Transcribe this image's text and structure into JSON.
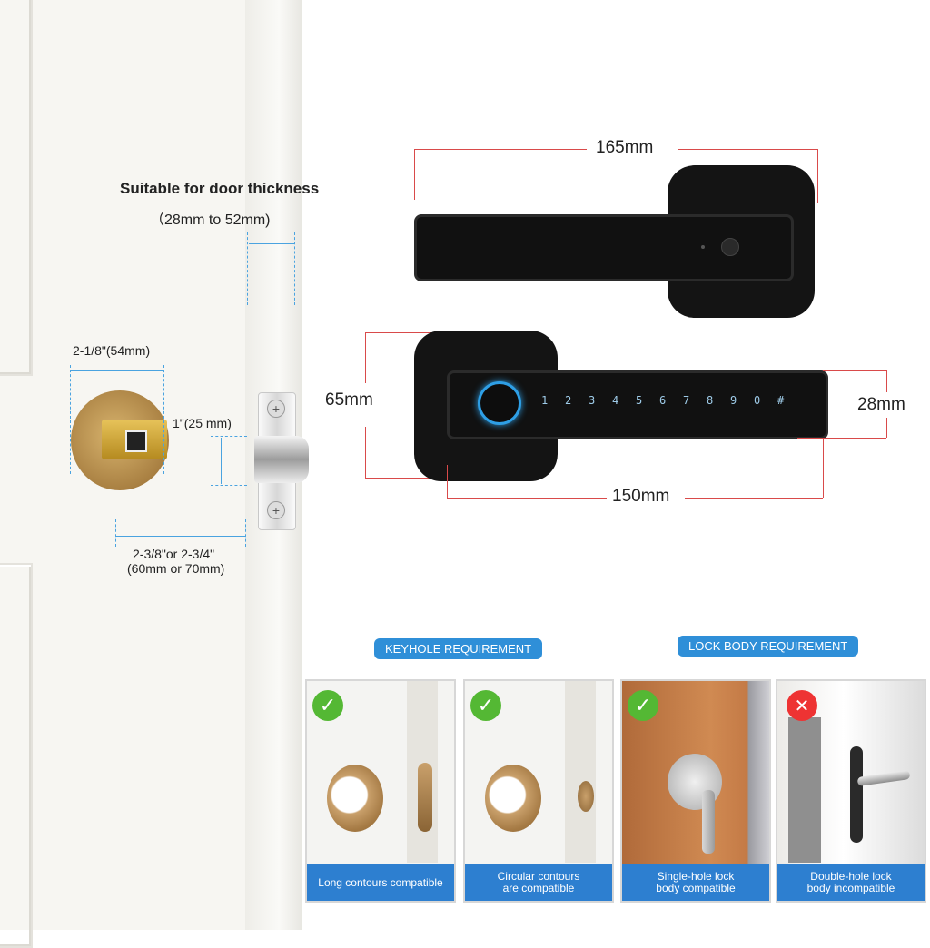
{
  "door_info": {
    "title": "Suitable for door thickness",
    "subtitle": "（28mm to 52mm)"
  },
  "latch_dims": {
    "bore": "2-1/8\"(54mm)",
    "latch_height": "1\"(25 mm)",
    "backset_line1": "2-3/8\"or 2-3/4\"",
    "backset_line2": "(60mm or 70mm)"
  },
  "handle_dims": {
    "total_length": "165mm",
    "rose_height": "65mm",
    "lever_height": "28mm",
    "lever_length": "150mm"
  },
  "keypad": [
    "1",
    "2",
    "3",
    "4",
    "5",
    "6",
    "7",
    "8",
    "9",
    "0",
    "#"
  ],
  "requirements": {
    "keyhole_label": "KEYHOLE REQUIREMENT",
    "lockbody_label": "LOCK BODY REQUIREMENT",
    "cards": [
      {
        "status": "check",
        "caption_line1": "Long contours compatible",
        "caption_line2": ""
      },
      {
        "status": "check",
        "caption_line1": "Circular contours",
        "caption_line2": "are compatible"
      },
      {
        "status": "check",
        "caption_line1": "Single-hole lock",
        "caption_line2": "body compatible"
      },
      {
        "status": "cross",
        "caption_line1": "Double-hole lock",
        "caption_line2": "body incompatible"
      }
    ]
  },
  "colors": {
    "accent_blue": "#2f8fd8",
    "dimension_red": "#d94a4a",
    "check_green": "#54b834",
    "cross_red": "#e33333"
  }
}
